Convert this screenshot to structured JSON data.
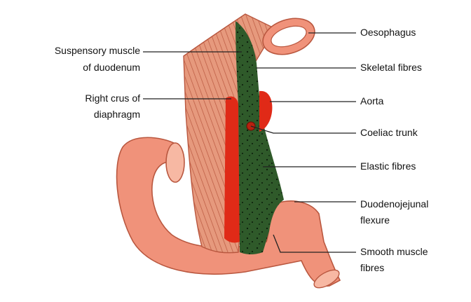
{
  "figure": {
    "colors": {
      "muscle": "#e89b80",
      "muscle_dark": "#c8634a",
      "intestine": "#f0927a",
      "green_band": "#2f5a2a",
      "artery": "#e02a17",
      "line": "#222222",
      "background": "#ffffff"
    },
    "labels": {
      "oesophagus": "Oesophagus",
      "suspensory_1": "Suspensory muscle",
      "suspensory_2": "of duodenum",
      "skeletal": "Skeletal fibres",
      "right_crus_1": "Right crus of",
      "right_crus_2": "diaphragm",
      "aorta": "Aorta",
      "coeliac": "Coeliac trunk",
      "elastic": "Elastic fibres",
      "dj_1": "Duodenojejunal",
      "dj_2": "flexure",
      "smooth_1": "Smooth muscle",
      "smooth_2": "fibres"
    }
  }
}
